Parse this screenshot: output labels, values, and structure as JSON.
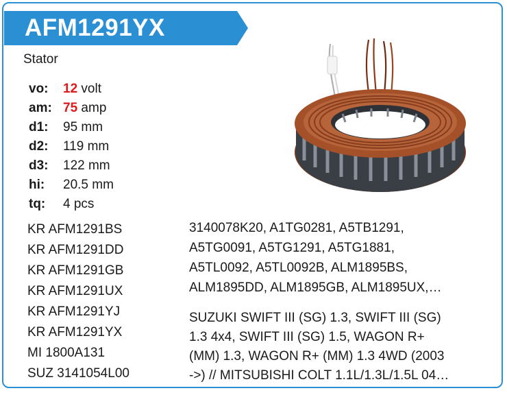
{
  "product": {
    "code": "AFM1291YX",
    "type": "Stator"
  },
  "specs": [
    {
      "key": "vo:",
      "value": "12",
      "unit": " volt",
      "highlight": true
    },
    {
      "key": "am:",
      "value": "75",
      "unit": " amp",
      "highlight": true
    },
    {
      "key": "d1:",
      "value": "95",
      "unit": " mm",
      "highlight": false
    },
    {
      "key": "d2:",
      "value": "119",
      "unit": " mm",
      "highlight": false
    },
    {
      "key": "d3:",
      "value": "122",
      "unit": " mm",
      "highlight": false
    },
    {
      "key": "hi:",
      "value": "20.5",
      "unit": " mm",
      "highlight": false
    },
    {
      "key": "tq:",
      "value": "4",
      "unit": " pcs",
      "highlight": false
    }
  ],
  "cross_refs": [
    "KR AFM1291BS",
    "KR AFM1291DD",
    "KR AFM1291GB",
    "KR AFM1291UX",
    "KR AFM1291YJ",
    "KR AFM1291YX",
    "MI 1800A131",
    "SUZ 3141054L00"
  ],
  "oe_numbers": [
    "3140078K20, A1TG0281, A5TB1291,",
    "A5TG0091, A5TG1291, A5TG1881,",
    "A5TL0092, A5TL0092B, ALM1895BS,",
    "ALM1895DD, ALM1895GB, ALM1895UX,…"
  ],
  "applications": [
    "SUZUKI SWIFT III (SG) 1.3, SWIFT III (SG)",
    "1.3 4x4, SWIFT III (SG) 1.5, WAGON R+",
    "(MM) 1.3, WAGON R+ (MM) 1.3 4WD (2003",
    "->) // MITSUBISHI COLT 1.1L/1.3L/1.5L 04…"
  ],
  "colors": {
    "accent": "#2a8fd3",
    "highlight": "#e01818",
    "copper": "#a4512a"
  },
  "icons": {
    "photo": "stator-photo"
  }
}
